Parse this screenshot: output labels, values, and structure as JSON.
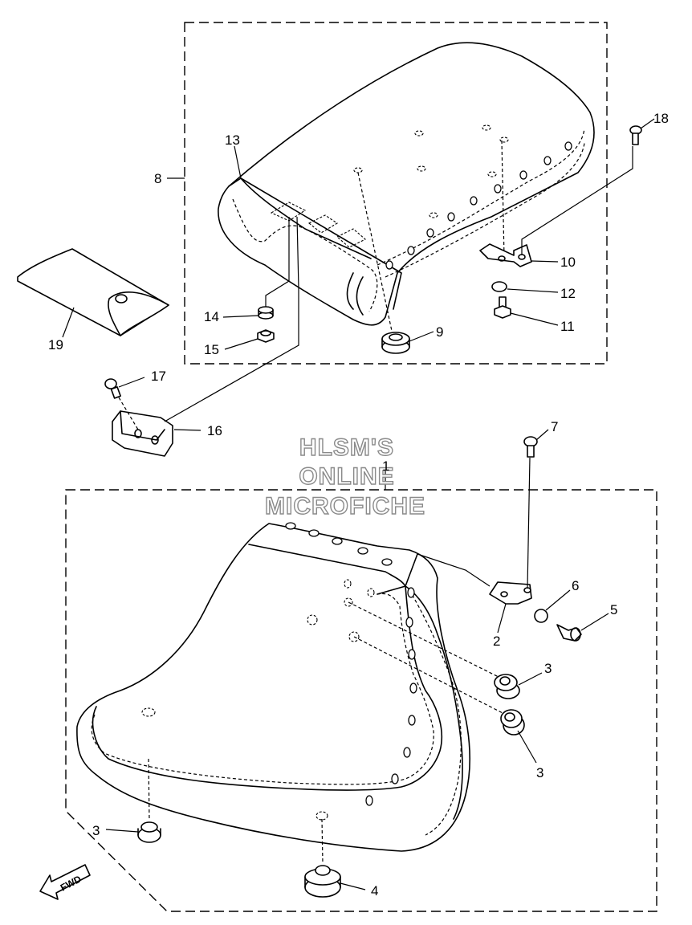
{
  "watermark": {
    "line1": "HLSM'S",
    "line2": "ONLINE",
    "line3": "MICROFICHE"
  },
  "fwd_label": "FWD",
  "callouts": [
    {
      "id": "c1",
      "label": "1"
    },
    {
      "id": "c2",
      "label": "2"
    },
    {
      "id": "c3a",
      "label": "3"
    },
    {
      "id": "c3b",
      "label": "3"
    },
    {
      "id": "c3c",
      "label": "3"
    },
    {
      "id": "c4",
      "label": "4"
    },
    {
      "id": "c5",
      "label": "5"
    },
    {
      "id": "c6",
      "label": "6"
    },
    {
      "id": "c7",
      "label": "7"
    },
    {
      "id": "c8",
      "label": "8"
    },
    {
      "id": "c9",
      "label": "9"
    },
    {
      "id": "c10",
      "label": "10"
    },
    {
      "id": "c11",
      "label": "11"
    },
    {
      "id": "c12",
      "label": "12"
    },
    {
      "id": "c13",
      "label": "13"
    },
    {
      "id": "c14",
      "label": "14"
    },
    {
      "id": "c15",
      "label": "15"
    },
    {
      "id": "c16",
      "label": "16"
    },
    {
      "id": "c17",
      "label": "17"
    },
    {
      "id": "c18",
      "label": "18"
    },
    {
      "id": "c19",
      "label": "19"
    }
  ]
}
